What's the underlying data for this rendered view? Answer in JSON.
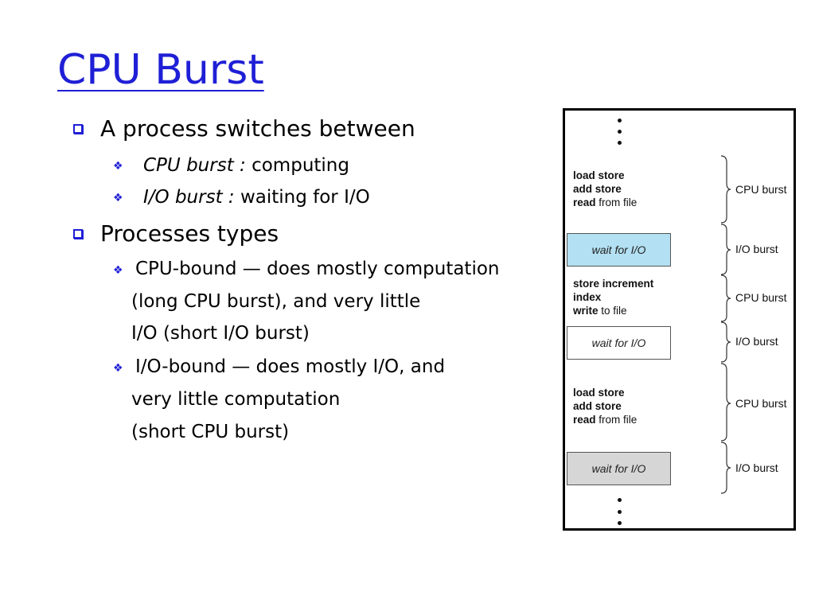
{
  "title": "CPU Burst",
  "bullets": [
    {
      "text": "A process switches between",
      "sub": [
        {
          "italic": "CPU burst :",
          "rest": " computing"
        },
        {
          "italic": "I/O burst :",
          "rest": " waiting for I/O"
        }
      ]
    },
    {
      "text": "Processes types",
      "sub": [
        {
          "lines": [
            "CPU-bound — does mostly computation",
            "(long CPU burst), and very little",
            " I/O (short I/O burst)"
          ]
        },
        {
          "lines": [
            "I/O-bound — does mostly I/O, and",
            "very little computation",
            "(short CPU burst)"
          ]
        }
      ]
    }
  ],
  "diagram": {
    "blocks": [
      {
        "type": "code",
        "lines": [
          {
            "bold": "load store",
            "rest": ""
          },
          {
            "bold": "add store",
            "rest": ""
          },
          {
            "bold": "read",
            "rest": " from file"
          }
        ]
      },
      {
        "type": "wait",
        "label": "wait for I/O",
        "fill": "#b3e0f2"
      },
      {
        "type": "code",
        "lines": [
          {
            "bold": "store increment",
            "rest": ""
          },
          {
            "bold": "index",
            "rest": ""
          },
          {
            "bold": "write",
            "rest": " to file"
          }
        ]
      },
      {
        "type": "wait",
        "label": "wait for I/O",
        "fill": "#ffffff"
      },
      {
        "type": "code",
        "lines": [
          {
            "bold": "load store",
            "rest": ""
          },
          {
            "bold": "add store",
            "rest": ""
          },
          {
            "bold": "read",
            "rest": " from file"
          }
        ]
      },
      {
        "type": "wait",
        "label": "wait for I/O",
        "fill": "#d6d6d6"
      }
    ],
    "burst_labels": [
      "CPU burst",
      "I/O burst",
      "CPU burst",
      "I/O burst",
      "CPU burst",
      "I/O burst"
    ]
  }
}
